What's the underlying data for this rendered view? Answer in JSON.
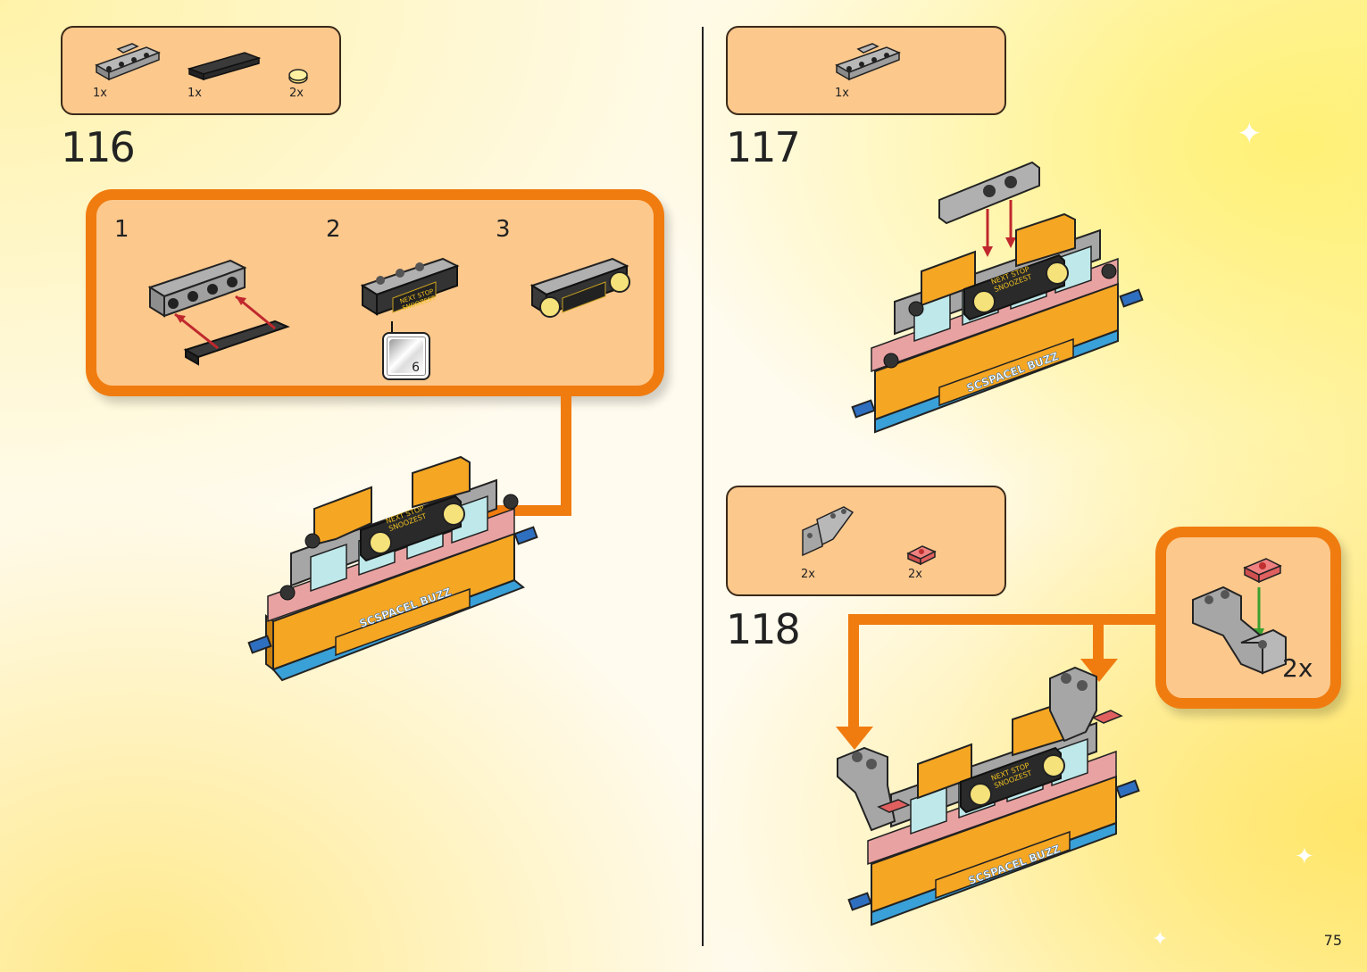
{
  "page_number": "75",
  "steps": [
    {
      "number": "116",
      "parts": [
        {
          "qty": "1x",
          "icon": "gray-bracket-plate-icon"
        },
        {
          "qty": "1x",
          "icon": "black-plate-1x4-icon"
        },
        {
          "qty": "2x",
          "icon": "yellow-round-tile-icon"
        }
      ],
      "substeps": [
        {
          "number": "1"
        },
        {
          "number": "2",
          "sticker_number": "6",
          "sticker_text": "NEXT STOP SNOOZEST"
        },
        {
          "number": "3"
        }
      ],
      "model_text": {
        "sign": "NEXT STOP SNOOZEST",
        "logo": "SCSPACEL BUZZ"
      }
    },
    {
      "number": "117",
      "parts": [
        {
          "qty": "1x",
          "icon": "gray-bracket-plate-icon"
        }
      ],
      "model_text": {
        "sign": "NEXT STOP SNOOZEST",
        "logo": "SCSPACEL BUZZ"
      }
    },
    {
      "number": "118",
      "parts": [
        {
          "qty": "2x",
          "icon": "gray-arch-brick-icon"
        },
        {
          "qty": "2x",
          "icon": "red-trans-plate-icon"
        }
      ],
      "callout_qty": "2x",
      "model_text": {
        "sign": "NEXT STOP SNOOZEST",
        "logo": "SCSPACEL BUZZ"
      }
    }
  ],
  "colors": {
    "accent_orange": "#f07c10",
    "box_fill": "#fcc88c",
    "bus_yellow": "#f5a623",
    "glass": "#bfe8ea",
    "stripe_blue": "#3aa0d8",
    "arrow_red": "#c0282d",
    "arrow_green": "#3aa030"
  }
}
